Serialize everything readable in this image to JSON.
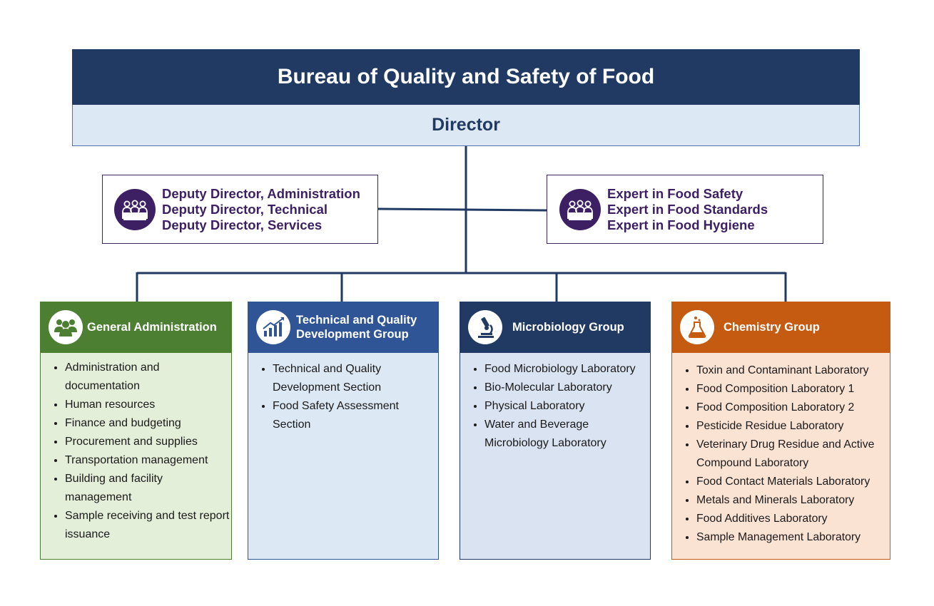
{
  "header": {
    "title": "Bureau of Quality and Safety of Food",
    "director": "Director"
  },
  "deputies": {
    "icon": "people-at-desk-icon",
    "items": [
      "Deputy Director, Administration",
      "Deputy Director, Technical",
      "Deputy Director, Services"
    ]
  },
  "experts": {
    "icon": "people-at-desk-icon",
    "items": [
      "Expert in Food Safety",
      "Expert in Food Standards",
      "Expert in Food Hygiene"
    ]
  },
  "groups": [
    {
      "title": "General Administration",
      "icon": "group-people-icon",
      "color": "#4d7f33",
      "items": [
        "Administration and documentation",
        "Human resources",
        "Finance and budgeting",
        "Procurement and supplies",
        "Transportation management",
        "Building and facility management",
        "Sample receiving and test report issuance"
      ]
    },
    {
      "title": "Technical and Quality Development Group",
      "icon": "growth-chart-icon",
      "color": "#2f5596",
      "items": [
        "Technical and Quality Development Section",
        "Food Safety Assessment Section"
      ]
    },
    {
      "title": "Microbiology Group",
      "icon": "microscope-icon",
      "color": "#213a63",
      "items": [
        "Food Microbiology Laboratory",
        "Bio-Molecular Laboratory",
        "Physical Laboratory",
        "Water and Beverage Microbiology Laboratory"
      ]
    },
    {
      "title": "Chemistry Group",
      "icon": "flask-icon",
      "color": "#c55a11",
      "items": [
        "Toxin and Contaminant Laboratory",
        "Food Composition Laboratory 1",
        "Food Composition Laboratory 2",
        "Pesticide Residue Laboratory",
        "Veterinary Drug Residue and Active Compound Laboratory",
        "Food Contact Materials Laboratory",
        "Metals and Minerals Laboratory",
        "Food Additives Laboratory",
        "Sample Management Laboratory"
      ]
    }
  ]
}
